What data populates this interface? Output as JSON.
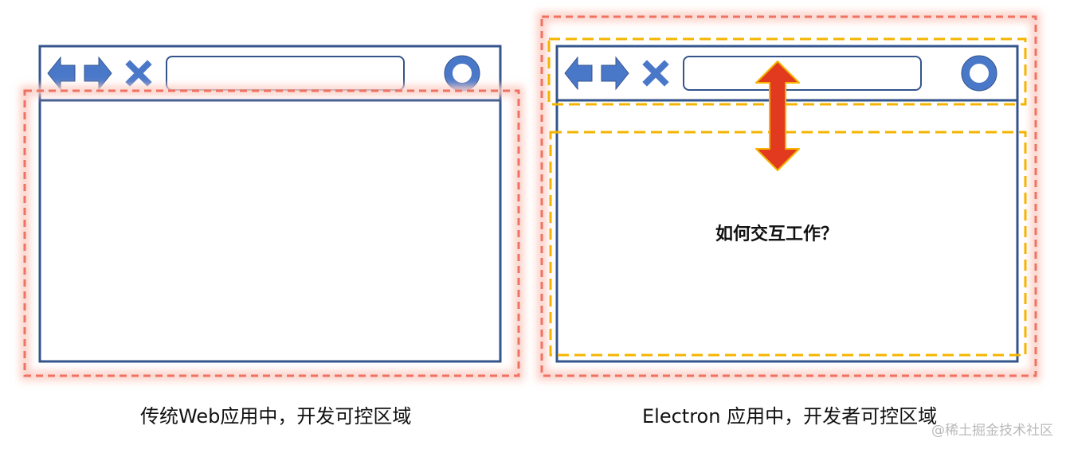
{
  "left_panel": {
    "caption": "传统Web应用中，开发可控区域"
  },
  "right_panel": {
    "caption": "Electron 应用中，开发者可控区域",
    "question": "如何交互工作？"
  },
  "watermark": "@稀土掘金技术社区",
  "colors": {
    "window_border": "#34548c",
    "icon_fill": "#4a78c9",
    "dashed_red": "#f07262",
    "red_glow": "#fbd0c8",
    "dashed_yellow": "#f4b400",
    "arrow_fill": "#e23a1f",
    "arrow_stroke": "#f4b400"
  },
  "icons": [
    "back-arrow-icon",
    "forward-arrow-icon",
    "close-icon",
    "ring-icon",
    "double-headed-arrow-icon"
  ]
}
